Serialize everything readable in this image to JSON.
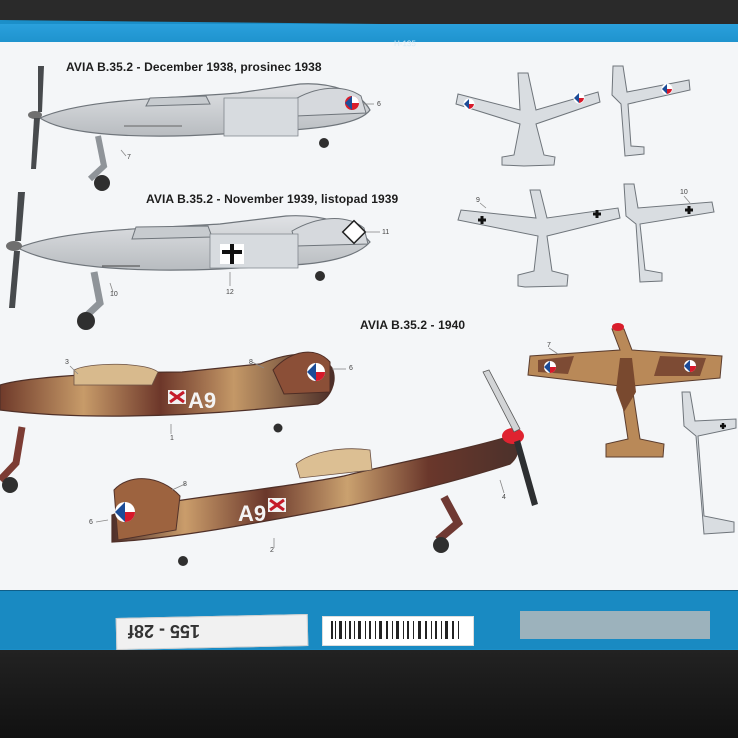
{
  "box": {
    "top_code": "H-135",
    "label_text": "155 - 28f",
    "barcode_text": "||||||||||||"
  },
  "profiles": {
    "heading_1": "AVIA B.35.2 - December 1938, prosinec 1938",
    "heading_2": "AVIA B.35.2 - November 1939, listopad 1939",
    "heading_3": "AVIA B.35.2 - 1940",
    "marking_1": "A9",
    "marking_2": "A9"
  },
  "numbers": {
    "n1": "6",
    "n2": "7",
    "n3": "11",
    "n4": "12",
    "n5": "10",
    "n6": "8",
    "n7": "6",
    "n8": "3",
    "n9": "1",
    "n10": "2",
    "n11": "4",
    "n12": "8",
    "n13": "6",
    "n14": "7",
    "n15": "9",
    "n16": "10"
  }
}
